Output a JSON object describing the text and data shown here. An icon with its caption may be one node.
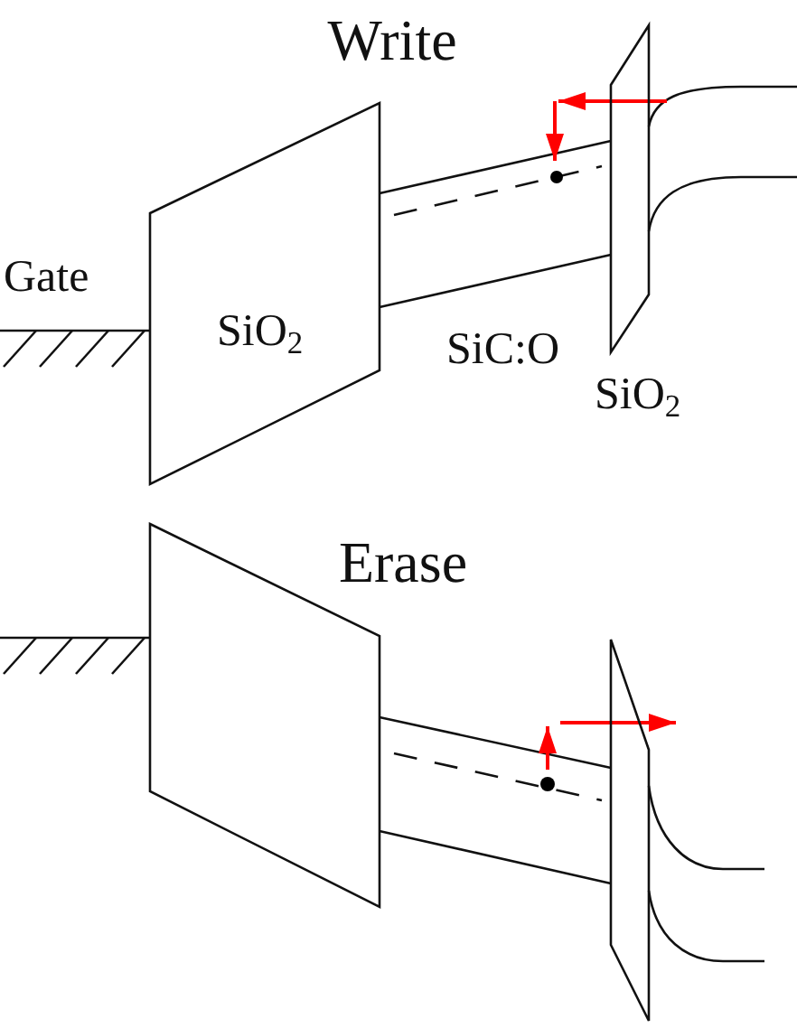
{
  "diagram": {
    "nodes": [
      {
        "text": [
          "SiO$_{2}$"
        ]
      },
      {
        "text": [
          "SiO$_{2}$"
        ]
      },
      {
        "text": [],
        "shape": "parallelogram"
      },
      {
        "text": [],
        "shape": "parallelogram"
      }
    ],
    "edges": [
      {
        "from": 0,
        "to": 1,
        "arrow": "none"
      },
      {
        "from": 0,
        "to": 1,
        "arrow": "none"
      },
      {
        "from": 2,
        "to": 3,
        "arrow": "none"
      },
      {
        "from": 2,
        "to": 3,
        "arrow": "none"
      }
    ],
    "labels": [
      "Write",
      "Gate",
      "SiC:O",
      "Erase"
    ]
  }
}
